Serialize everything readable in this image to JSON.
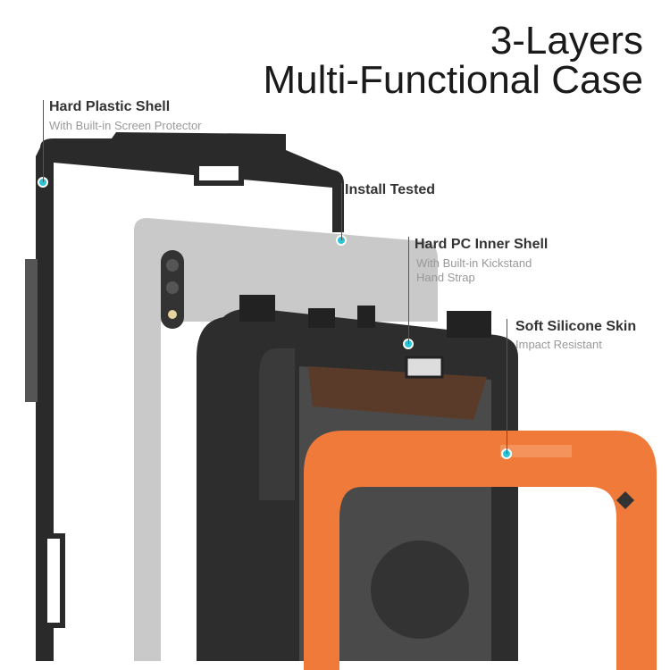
{
  "title": {
    "line1": "3-Layers",
    "line2": "Multi-Functional Case"
  },
  "callouts": [
    {
      "heading": "Hard Plastic Shell",
      "sub": [
        "With Built-in Screen Protector"
      ]
    },
    {
      "heading": "Install Tested",
      "sub": []
    },
    {
      "heading": "Hard PC Inner Shell",
      "sub": [
        "With Built-in Kickstand",
        "Hand Strap"
      ]
    },
    {
      "heading": "Soft Silicone Skin",
      "sub": [
        "Impact Resistant"
      ]
    }
  ],
  "colors": {
    "accent_dot": "#29c4d8",
    "silicone": "#f07a3a",
    "shell": "#2a2a2a",
    "tablet": "#c9c9c9"
  }
}
